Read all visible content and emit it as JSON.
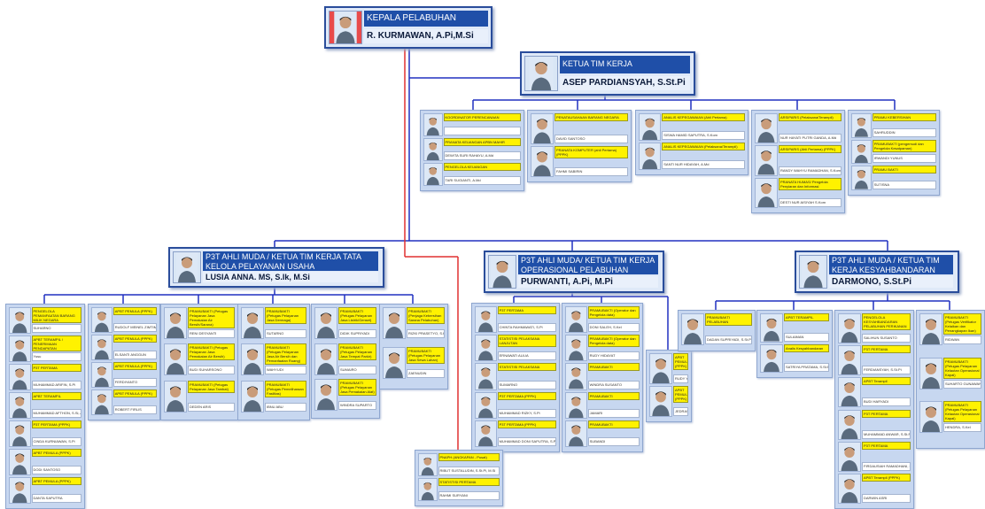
{
  "head": {
    "title": "KEPALA PELABUHAN",
    "name": "R. KURMAWAN, A.Pi,M.Si"
  },
  "ketua": {
    "title": "KETUA TIM KERJA",
    "name": "ASEP PARDIANSYAH, S.St.Pi"
  },
  "units": [
    {
      "title": "P3T AHLI MUDA / KETUA TIM KERJA TATA KELOLA PELAYANAN USAHA",
      "name": "LUSIA ANNA. MS, S.Ik, M.Si"
    },
    {
      "title": "P3T AHLI MUDA/ KETUA TIM KERJA OPERASIONAL PELABUHAN",
      "name": "PURWANTI, A.Pi, M.Pi"
    },
    {
      "title": "P3T AHLI MUDA / KETUA TIM KERJA KESYAHBANDARAN",
      "name": "DARMONO, S.St.Pi"
    }
  ],
  "groups": [
    {
      "members": [
        {
          "role": "KOORDINATOR PERENCANAAN",
          "name": ""
        },
        {
          "role": "PRANATA KEUANGAN APBN MAHIR",
          "name": "DEWITA SURI RAHAYU, A.Md"
        },
        {
          "role": "PENGELOLA KEUANGAN",
          "name": "TARI SUGIANTI, A.Md"
        }
      ]
    },
    {
      "members": [
        {
          "role": "PENATAUSAHAAN BARANG NEGARA",
          "name": "DAVID SANTOSO"
        },
        {
          "role": "PRANATA KOMPUTER (ahli Pertama) (PPPK)",
          "name": "FAHMI SABIRIN"
        }
      ]
    },
    {
      "members": [
        {
          "role": "ANALIS KEPEGAWAIAN (Ahli Pertama)",
          "name": "SISWA HAMID SAPUTRA, S.Kom"
        },
        {
          "role": "ANALIS KEPEGAWAIAN (Pelaksana/Terampil)",
          "name": "SANTI NUR HIDAYAH, A.Md"
        }
      ]
    },
    {
      "members": [
        {
          "role": "ARSIPARIS (Pelaksana/Terampil)",
          "name": "NUR HAYATI PUTRI GANDA, A.Md"
        },
        {
          "role": "ARSIPARIS (Ahli Pertama) (PPPK)",
          "name": "RANDY WAHYU RAMADHAN, S.Kom"
        },
        {
          "role": "PRANATA HUMAS/ Pengelola Penyiaran dan Informasi",
          "name": "DESTI NUR AISIYAH S.Kom"
        }
      ]
    },
    {
      "members": [
        {
          "role": "PRAMU KEBERSIHAN",
          "name": "SAHRUDDIN"
        },
        {
          "role": "PRAMUBAKTI (pengemudi dan Pengelola Kesatpaman)",
          "name": "IRWANDI YUNUS"
        },
        {
          "role": "PRAMU BAKTI",
          "name": "SUTISNA"
        }
      ]
    },
    {
      "members": [
        {
          "role": "PENGELOLA PEMANFAATAN BARANG MILIK NEGARA",
          "name": "SUHARNO"
        },
        {
          "role": "APBT TERAMPIL / PENERIMAAN PENDAPATAN",
          "name": "Yusu"
        },
        {
          "role": "P3T PERTAMA",
          "name": "MUHAMMAD ARIFIN, S.Pi"
        },
        {
          "role": "APBT TERAMPIL",
          "name": "MUHAMMAD AFTHON, S.Si, A.Md"
        },
        {
          "role": "P3T PERTAMA (PPPK)",
          "name": "CINDA KURNIAWAN, S.Pi"
        },
        {
          "role": "APBT PEMULA (PPPK)",
          "name": "DODI SANTOSO"
        },
        {
          "role": "APBT PEMULA (PPPK)",
          "name": "DANTA SAPUTRA"
        }
      ]
    },
    {
      "members": [
        {
          "role": "APBT PEMULA (PPPK)",
          "name": "RUDOLF MEINEL ZIMTIM"
        },
        {
          "role": "APBT PEMULA (PPPK)",
          "name": "ELSANTI ANGGUN"
        },
        {
          "role": "APBT PEMULA (PPPK)",
          "name": "FERDIYANTO"
        },
        {
          "role": "APBT PEMULA (PPPK)",
          "name": "ROBERT FIRLIS"
        }
      ]
    },
    {
      "members": [
        {
          "role": "PRAMUBAKTI (Petugas Pelayanan Jasa Pemakaian Air Bersih/Sarana)",
          "name": "RENI DESYANTI"
        },
        {
          "role": "PRAMUBAKTI (Petugas Pelayanan Jasa Pemakaian Air Bersih)",
          "name": "BUDI SUHARSONO"
        },
        {
          "role": "PRAMUBAKTI (Petugas Pelayanan Jasa Tambat)",
          "name": "DEDEN ARIS"
        }
      ]
    },
    {
      "members": [
        {
          "role": "PRAMUBAKTI (Petugas Pelayanan Jasa Dermaga)",
          "name": "SUTARNO"
        },
        {
          "role": "PRAMUBAKTI (Petugas Pelayanan Jasa Air Bersih dan Pemanfaatan Ruang)",
          "name": "WAHYUDI"
        },
        {
          "role": "PRAMUBAKTI (Petugas Pemeliharaan Fasilitas)",
          "name": "IBNU ABU"
        }
      ]
    },
    {
      "members": [
        {
          "role": "PRAMUBAKTI (Petugas Pelayanan Jasa Listrik/Genset)",
          "name": "DIDIK SUPRIYADI"
        },
        {
          "role": "PRAMUBAKTI (Petugas Pelayanan Jasa Tempat Parkir)",
          "name": "SUMAIRO"
        },
        {
          "role": "PRAMUBAKTI (Petugas Pelayanan Jasa Pemakaian Alat)",
          "name": "WINDRA SUPARTO"
        }
      ]
    },
    {
      "members": [
        {
          "role": "PRAMUBAKTI (Penjaga Kebersihan Sarana Pelabuhan)",
          "name": "RIZKI PRASETYO, S.Kel"
        },
        {
          "role": "PRAMUBAKTI (Petugas Pelayanan Jasa Sewa Lahan)",
          "name": "ZAENUDIN"
        }
      ]
    },
    {
      "members": [
        {
          "role": "P3T PERTAMA",
          "name": "CHINTA RAHMAWATI, S.Pi"
        },
        {
          "role": "STATISTISI PELAKSANA LANJUTAN",
          "name": "ERNAWATI AULIA"
        },
        {
          "role": "STATISTISI PELAKSANA",
          "name": "SUMARNO"
        },
        {
          "role": "P3T PERTAMA (PPPK)",
          "name": "MUHAMMAD RIZKY, S.Pi"
        },
        {
          "role": "P3T PERTAMA (PPPK)",
          "name": "MUHAMMAD DONI SAPUTRA, S.Pi"
        }
      ]
    },
    {
      "members": [
        {
          "role": "PRAMUBAKTI (Operator dan Pengelola data)",
          "name": "DONI SALEH, S.Kel"
        },
        {
          "role": "PRAMUBAKTI (Operator dan Pengelola data)",
          "name": "RUDY HIDAYAT"
        },
        {
          "role": "PRAMUBAKTI",
          "name": "WINDRA SUSANTO"
        },
        {
          "role": "PRAMUBAKTI",
          "name": "JAMARI"
        },
        {
          "role": "PRAMUBAKTI",
          "name": "SUBANDI"
        }
      ]
    },
    {
      "members": [
        {
          "role": "APBT PEMULA (PPPK)",
          "name": "RUDY YANTO"
        },
        {
          "role": "APBT PEMULA (PPPK)",
          "name": "JEDRAS"
        }
      ]
    },
    {
      "members": [
        {
          "role": "PNAPH (ANGKAPAN - Pusat)",
          "name": "RIBUT SUSTALUDIN, S.St.Pi, M.Si"
        },
        {
          "role": "STATISTISI PERTAMA",
          "name": "RAHMI SURYANI"
        }
      ]
    },
    {
      "members": [
        {
          "role": "PRAMUBAKTI PELABUHAN",
          "name": "DADAN SUPRIYADI, S.St.Pi"
        }
      ]
    },
    {
      "members": [
        {
          "role": "APBT TERAMPIL",
          "name": "SULAIMAN"
        },
        {
          "role": "Analis Kesyahbandaran",
          "name": "SATRIYA PRATAMA, S.St.Pi"
        }
      ]
    },
    {
      "members": [
        {
          "role": "PENGELOLA KESYAHBANDARAN PELABUHAN PERIKANAN",
          "name": "SALIHUN SUSANTO"
        },
        {
          "role": "P3T PERTAMA",
          "name": "FERDIANSYAH, S.St.Pi"
        },
        {
          "role": "APBT Terampil",
          "name": "BUDI HARYADI"
        },
        {
          "role": "P3T PERTAMA",
          "name": "MUHAMMAD ANWAR, S.St.Pi"
        },
        {
          "role": "P3T PERTAMA",
          "name": "FIRDAUSIAH RAMADHANI, S.St.Pi"
        },
        {
          "role": "APBT Terampil (PPPK)",
          "name": "DARWIN ASRI"
        }
      ]
    },
    {
      "members": [
        {
          "role": "PRAMUBAKTI (Petugas Verifikator Kelaikan dan Penangkapan Ikan)",
          "name": "RIDWAN"
        },
        {
          "role": "PRAMUBAKTI (Petugas Pelayanan Kelautan Operasional Kapal)",
          "name": "SUHARTO GUNAWAN"
        },
        {
          "role": "PRAMUBAKTI (Petugas Pelayanan Kelautan Operasional Kapal)",
          "name": "HENDRA, S.Kel"
        }
      ]
    }
  ]
}
